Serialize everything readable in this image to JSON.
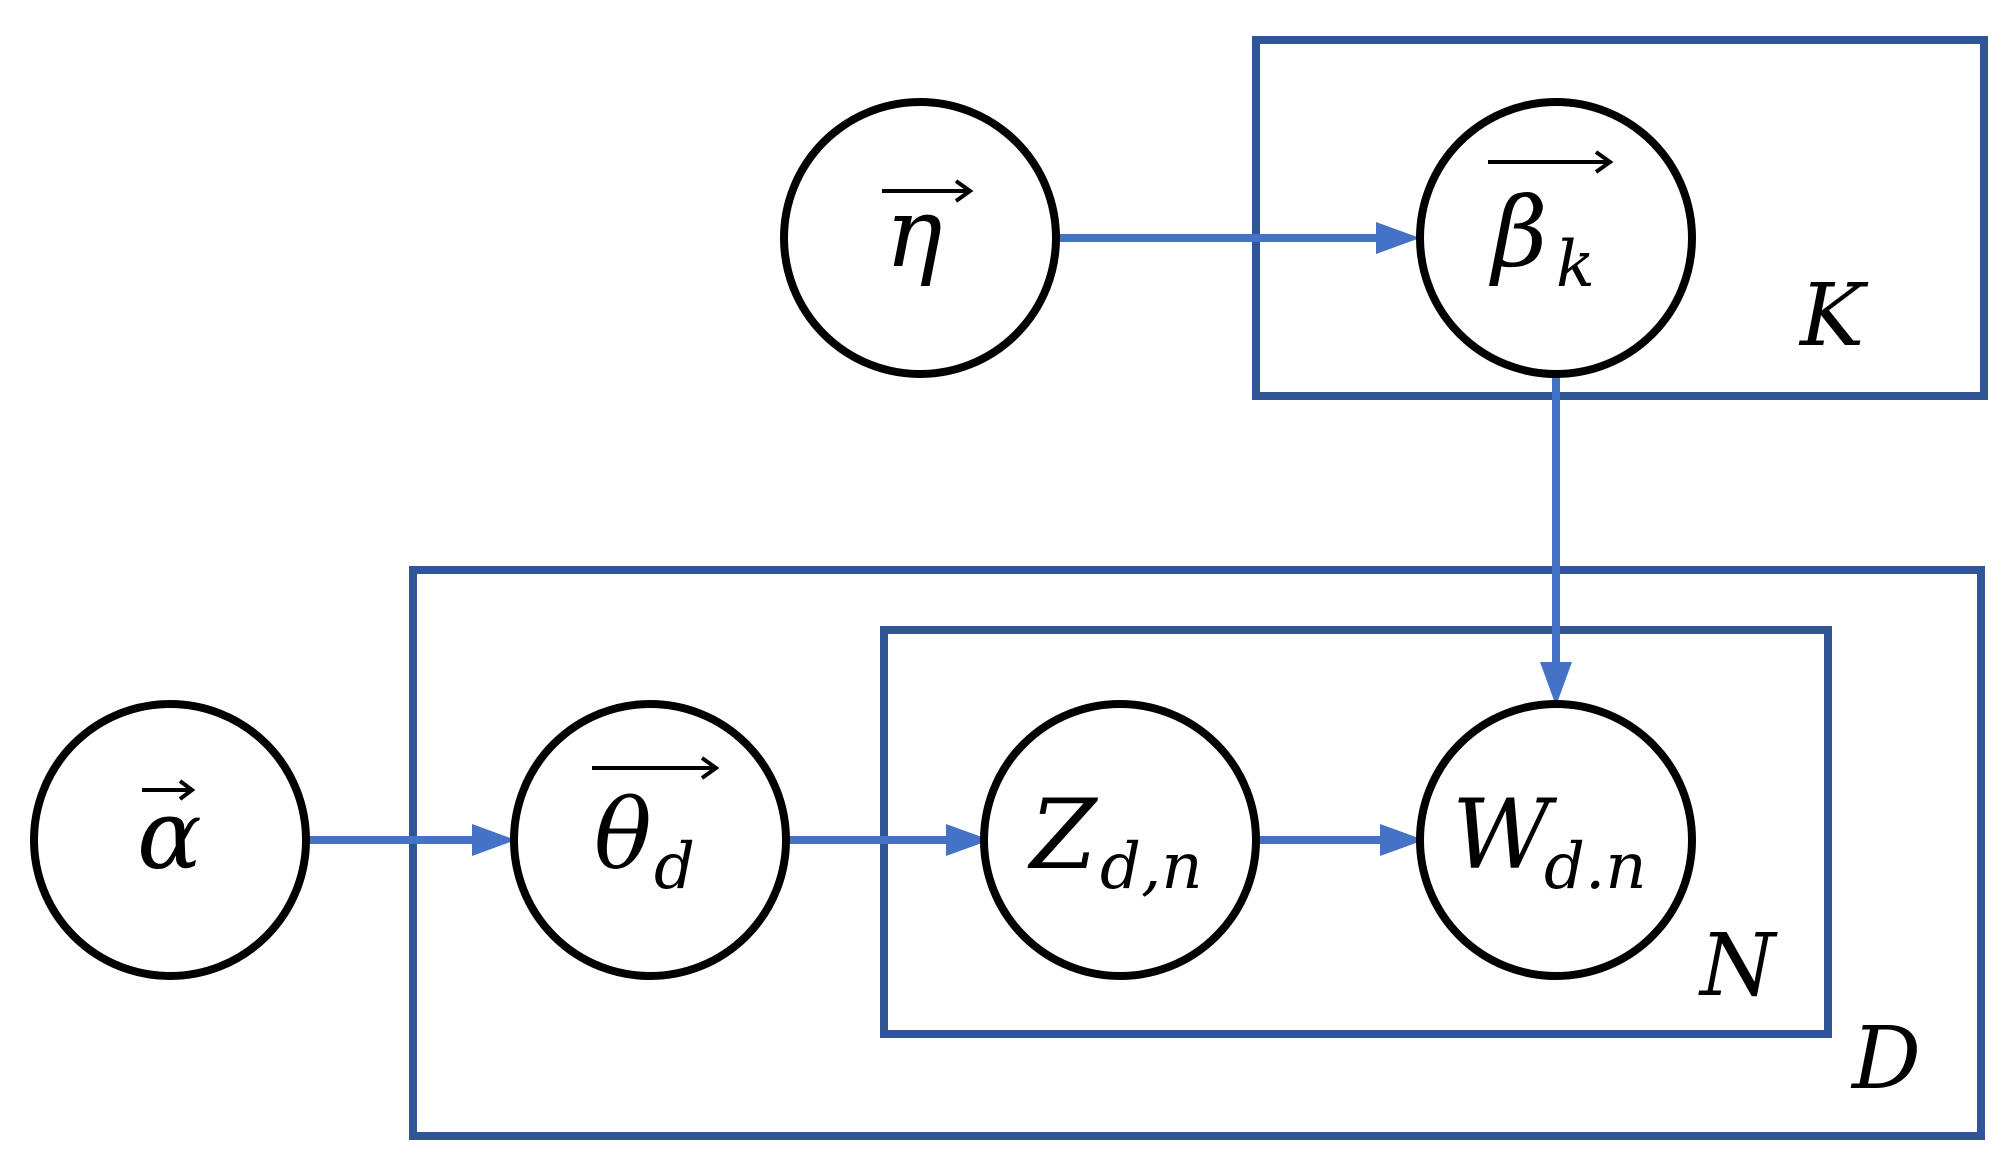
{
  "diagram": {
    "nodes": {
      "eta": {
        "symbol": "η",
        "subscript": ""
      },
      "beta": {
        "symbol": "β",
        "subscript": "k"
      },
      "alpha": {
        "symbol": "α",
        "subscript": ""
      },
      "theta": {
        "symbol": "θ",
        "subscript": "d"
      },
      "z": {
        "symbol": "Z",
        "subscript": "d,n"
      },
      "w": {
        "symbol": "W",
        "subscript": "d.n"
      }
    },
    "plates": {
      "k": {
        "label": "K"
      },
      "d": {
        "label": "D"
      },
      "n": {
        "label": "N"
      }
    },
    "edges": [
      {
        "from": "eta",
        "to": "beta"
      },
      {
        "from": "beta",
        "to": "w"
      },
      {
        "from": "alpha",
        "to": "theta"
      },
      {
        "from": "theta",
        "to": "z"
      },
      {
        "from": "z",
        "to": "w"
      }
    ],
    "colors": {
      "plate_border": "#2F5597",
      "edge": "#4472C4",
      "node_border": "#000000"
    }
  }
}
